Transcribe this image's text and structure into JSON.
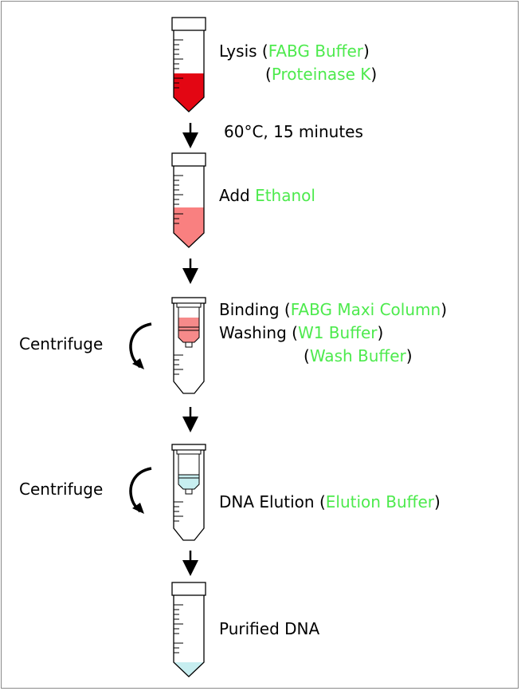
{
  "colors": {
    "reagent": "#4dea4d",
    "lysate_red": "#e30613",
    "ethanol_pink": "#f98080",
    "column_pink": "#f68a8a",
    "eluate_blue": "#c7eef0",
    "border": "#8a8a8a"
  },
  "icons": [
    "tube-icon",
    "down-arrow-icon",
    "curved-arrow-icon",
    "spin-column-icon"
  ],
  "steps": {
    "lysis": {
      "prefix": "Lysis (",
      "reagent": "FABG Buffer",
      "suffix": ")"
    },
    "proteinase": {
      "prefix": "(",
      "reagent": "Proteinase K",
      "suffix": ")"
    },
    "incubation": {
      "text": "60°C, 15 minutes"
    },
    "ethanol": {
      "prefix": "Add ",
      "reagent": "Ethanol"
    },
    "binding": {
      "prefix": "Binding (",
      "reagent": "FABG Maxi Column",
      "suffix": ")"
    },
    "washing": {
      "prefix": "Washing (",
      "reagent": "W1 Buffer",
      "suffix": ")"
    },
    "wash_buffer": {
      "prefix": "(",
      "reagent": "Wash Buffer",
      "suffix": ")"
    },
    "centrifuge_1": {
      "text": "Centrifuge"
    },
    "centrifuge_2": {
      "text": "Centrifuge"
    },
    "elution": {
      "prefix": "DNA Elution (",
      "reagent": "Elution Buffer",
      "suffix": ")"
    },
    "purified": {
      "text": "Purified DNA"
    }
  }
}
